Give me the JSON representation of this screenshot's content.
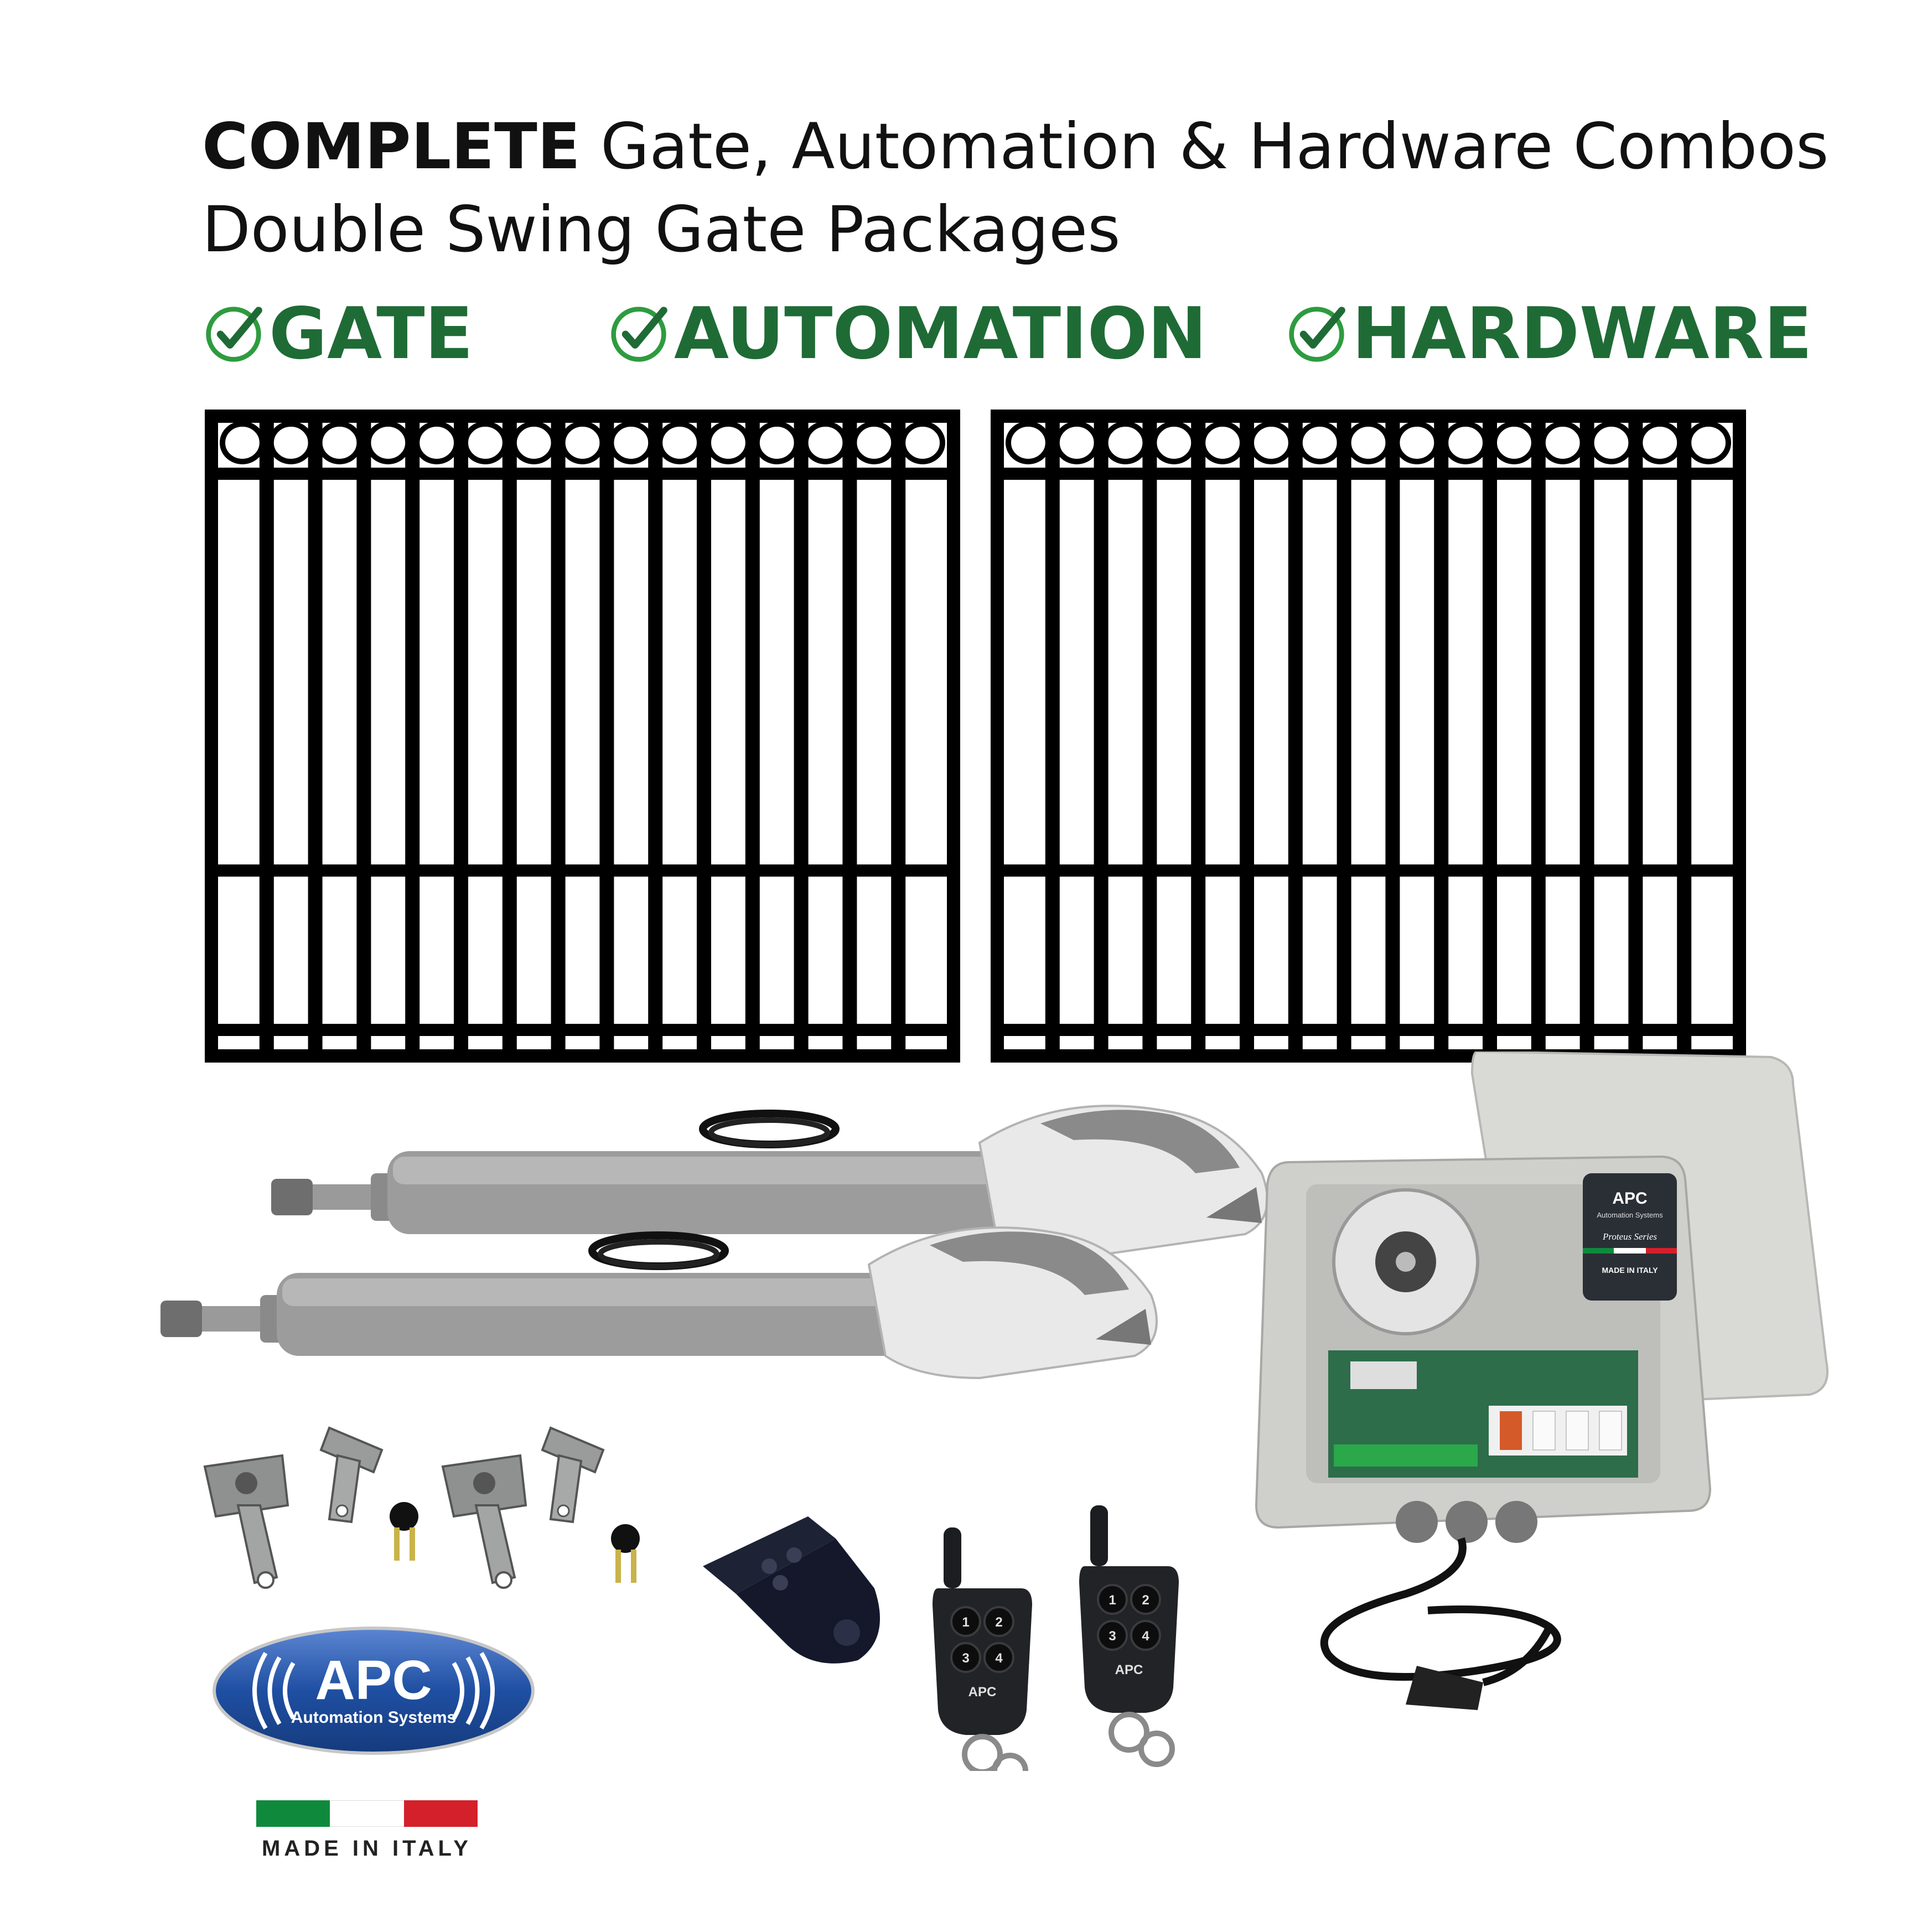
{
  "header": {
    "title_strong": "COMPLETE",
    "title_rest": "Gate, Automation & Hardware Combos",
    "subtitle": "Double Swing Gate Packages"
  },
  "checklist": [
    {
      "label": "GATE"
    },
    {
      "label": "AUTOMATION"
    },
    {
      "label": "HARDWARE"
    }
  ],
  "colors": {
    "heading": "#111111",
    "check_green": "#1f6b35",
    "check_icon": "#2e9b3f",
    "gate": "#000000",
    "logo_blue": "#1f4fa2",
    "flag_green": "#0f8a3c",
    "flag_red": "#d4202b"
  },
  "control_box": {
    "badge_brand": "APC",
    "badge_sub": "Automation Systems",
    "badge_series": "Proteus Series",
    "badge_made": "MADE IN ITALY"
  },
  "remotes": {
    "buttons": [
      "1",
      "2",
      "3",
      "4"
    ],
    "brand": "APC"
  },
  "logo": {
    "brand": "APC",
    "sub": "Automation Systems"
  },
  "made_in": "MADE IN ITALY"
}
